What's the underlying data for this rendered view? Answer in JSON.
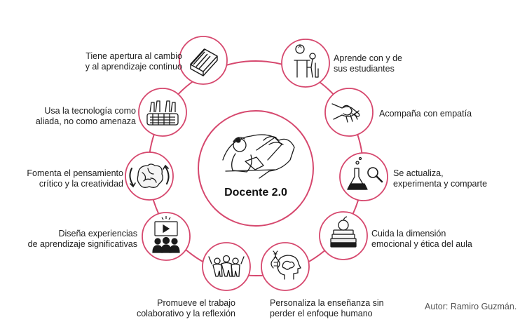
{
  "center": {
    "title": "Docente 2.0",
    "icon": "teacher-reading-icon"
  },
  "author": "Autor: Ramiro Guzmán.",
  "colors": {
    "ring": "#d6486e",
    "node_border": "#d6486e",
    "ink": "#1a1a1a"
  },
  "nodes": [
    {
      "icon": "book-icon",
      "lines": [
        "Tiene apertura al cambio",
        "y al aprendizaje continuo"
      ]
    },
    {
      "icon": "keyboard-typing-icon",
      "lines": [
        "Usa la tecnología como",
        "aliada, no como amenaza"
      ]
    },
    {
      "icon": "brain-cycle-icon",
      "lines": [
        "Fomenta el pensamiento",
        "crítico y la creatividad"
      ]
    },
    {
      "icon": "video-audience-icon",
      "lines": [
        "Diseña experiencias",
        "de aprendizaje significativas"
      ]
    },
    {
      "icon": "group-hug-icon",
      "lines": [
        "Promueve el trabajo",
        "colaborativo y la reflexión"
      ]
    },
    {
      "icon": "head-dna-icon",
      "lines": [
        "Personaliza la enseñanza sin",
        "perder el enfoque humano"
      ]
    },
    {
      "icon": "books-apple-icon",
      "lines": [
        "Cuida la dimensión",
        "emocional y ética del aula"
      ]
    },
    {
      "icon": "flask-magnifier-icon",
      "lines": [
        "Se actualiza,",
        "experimenta y comparte"
      ]
    },
    {
      "icon": "clasped-hands-icon",
      "lines": [
        "Acompaña con empatía"
      ]
    },
    {
      "icon": "student-desk-icon",
      "lines": [
        "Aprende con y de",
        "sus estudiantes"
      ]
    }
  ]
}
